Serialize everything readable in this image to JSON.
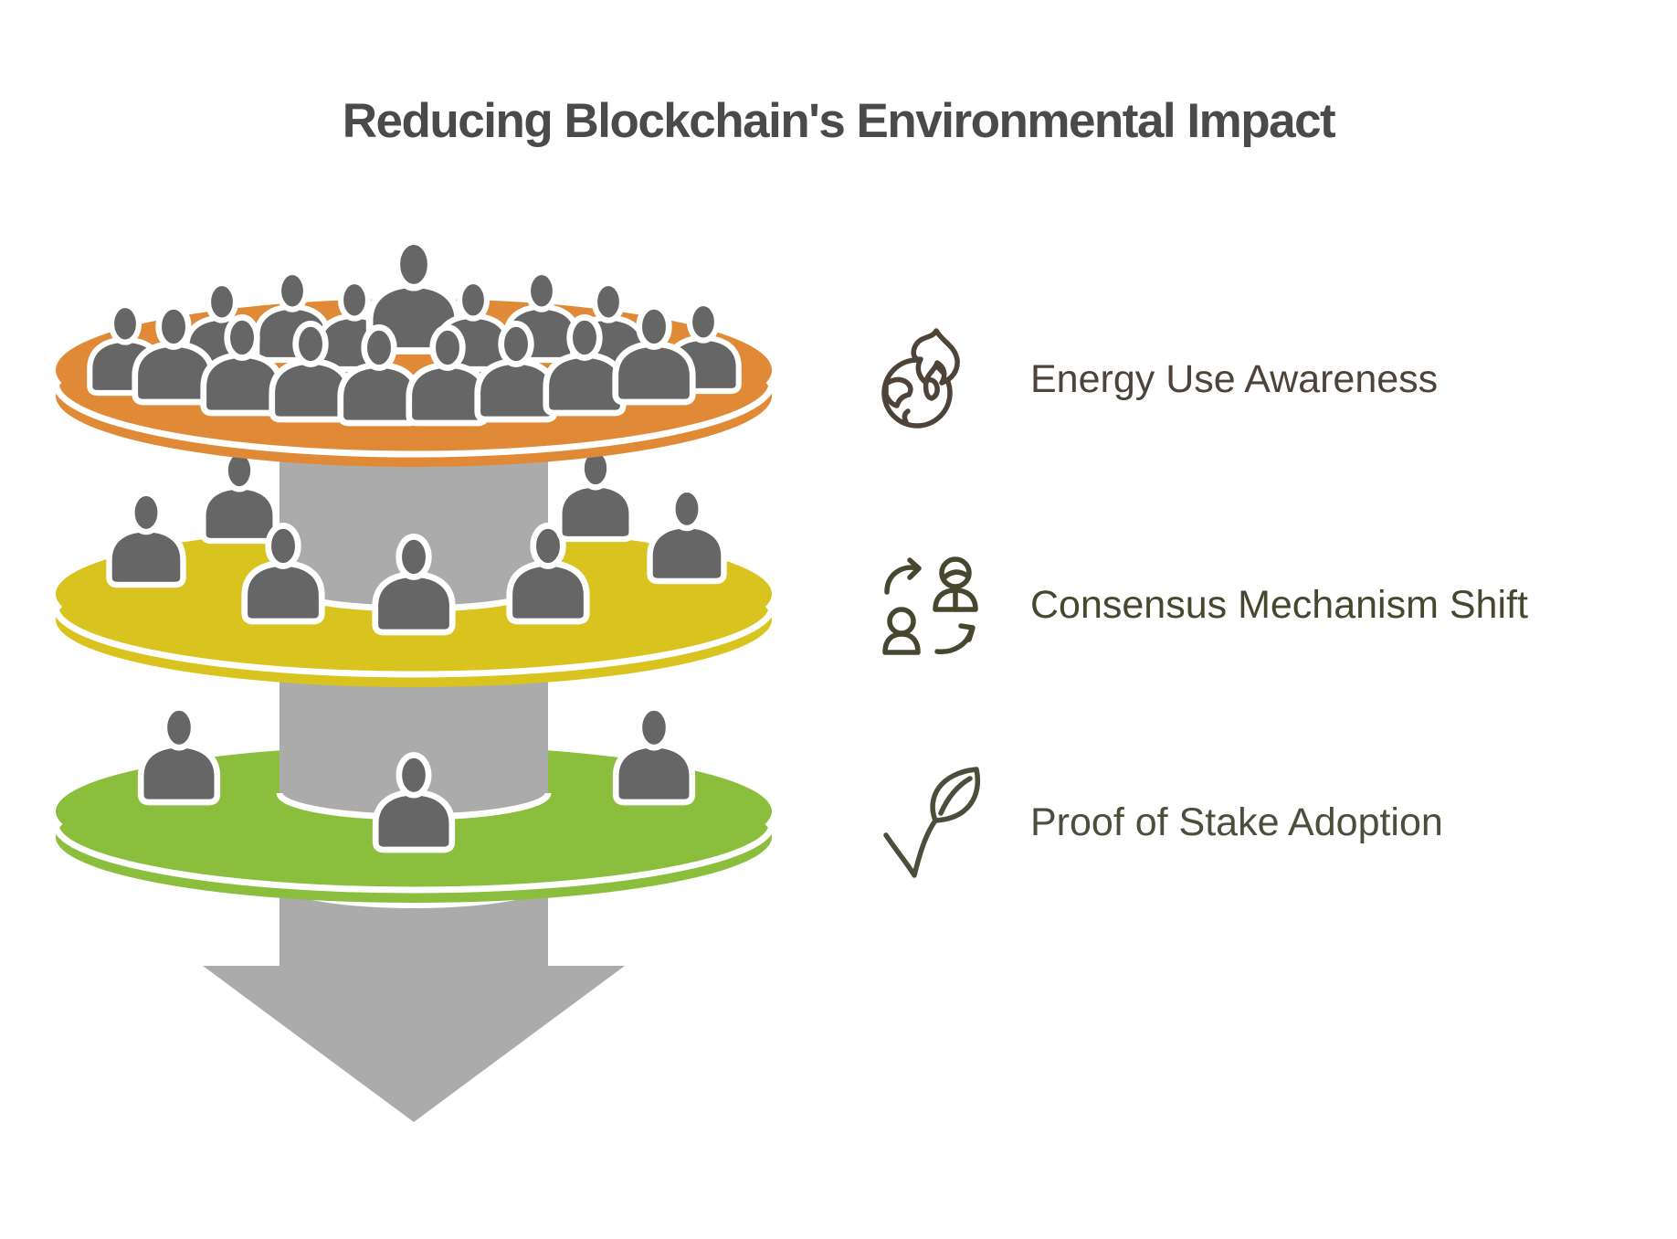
{
  "page": {
    "title": "Reducing Blockchain's Environmental Impact",
    "title_color": "#4A4A4A",
    "background": "#ffffff"
  },
  "legend_items": [
    {
      "label": "Energy Use Awareness",
      "icon": "globe-fire-icon",
      "color": "#4D4338"
    },
    {
      "label": "Consensus Mechanism Shift",
      "icon": "people-exchange-icon",
      "color": "#47462F"
    },
    {
      "label": "Proof of Stake Adoption",
      "icon": "leaf-icon",
      "color": "#4A4F3C"
    }
  ],
  "funnel": {
    "description": "Three stacked discs with people figures, narrowing downward through a gray arrow",
    "layers": [
      {
        "name": "energy-use-awareness",
        "color": "#E08A38",
        "people_count": 17
      },
      {
        "name": "consensus-mechanism-shift",
        "color": "#D9C41F",
        "people_count": 7
      },
      {
        "name": "proof-of-stake-adoption",
        "color": "#8CBE3E",
        "people_count": 3
      }
    ],
    "arrow_color": "#ABABAB",
    "person_color": "#666666"
  }
}
